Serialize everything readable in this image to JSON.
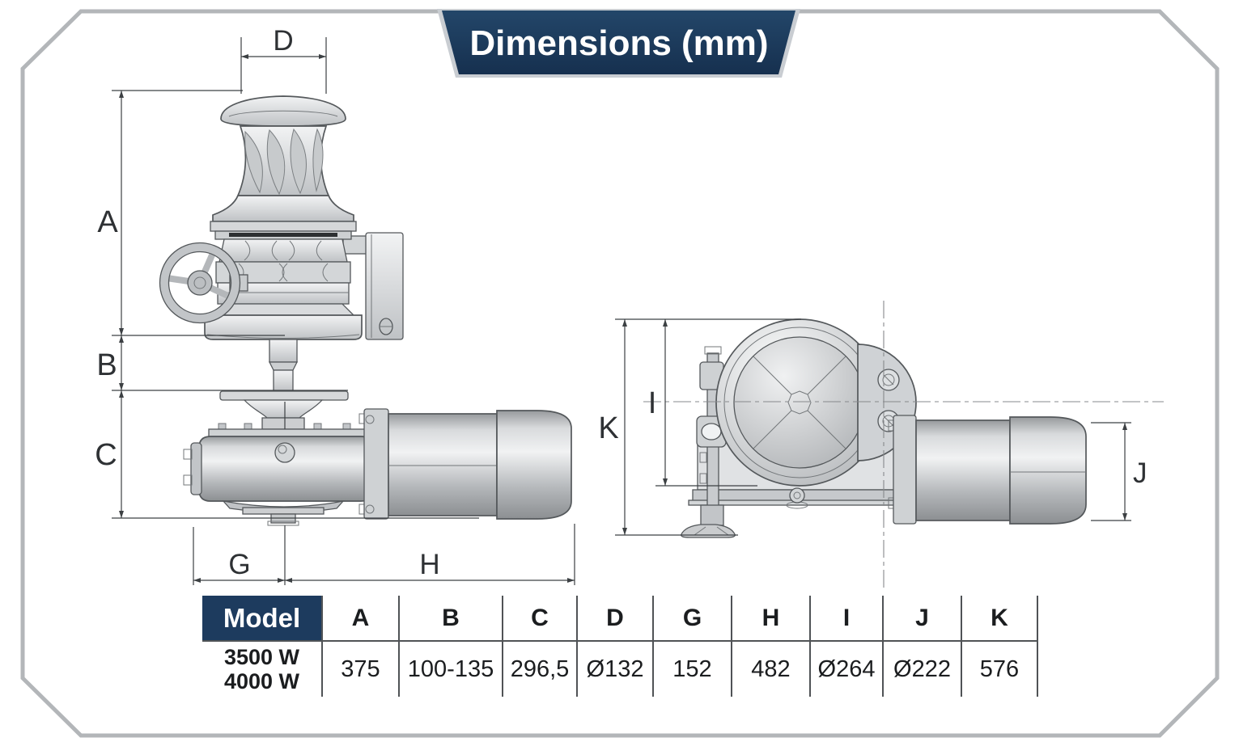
{
  "banner": {
    "title": "Dimensions (mm)"
  },
  "dimension_labels": {
    "A": "A",
    "B": "B",
    "C": "C",
    "D": "D",
    "G": "G",
    "H": "H",
    "I": "I",
    "J": "J",
    "K": "K"
  },
  "table": {
    "model_header": "Model",
    "headers": [
      "A",
      "B",
      "C",
      "D",
      "G",
      "H",
      "I",
      "J",
      "K"
    ],
    "model_lines": [
      "3500 W",
      "4000 W"
    ],
    "values": [
      "375",
      "100-135",
      "296,5",
      "Ø132",
      "152",
      "482",
      "Ø264",
      "Ø222",
      "576"
    ]
  },
  "colors": {
    "accent_navy": "#1d3b5e",
    "frame_gray": "#b3b6b9",
    "table_line": "#505356"
  }
}
